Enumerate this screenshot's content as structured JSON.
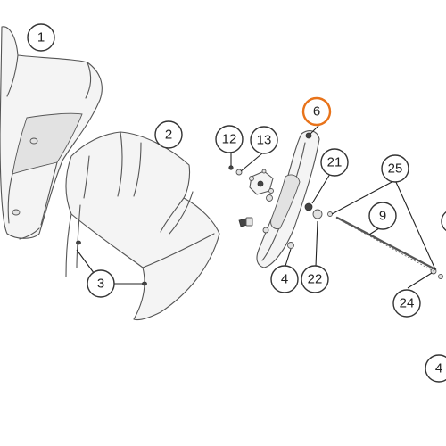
{
  "callouts": {
    "c1": "1",
    "c2": "2",
    "c3": "3",
    "c4a": "4",
    "c4b": "4",
    "c6": "6",
    "c9": "9",
    "c12": "12",
    "c13": "13",
    "c21": "21",
    "c22": "22",
    "c24": "24",
    "c25": "25"
  },
  "colors": {
    "highlight": "#e8731a",
    "outline": "#555555"
  }
}
